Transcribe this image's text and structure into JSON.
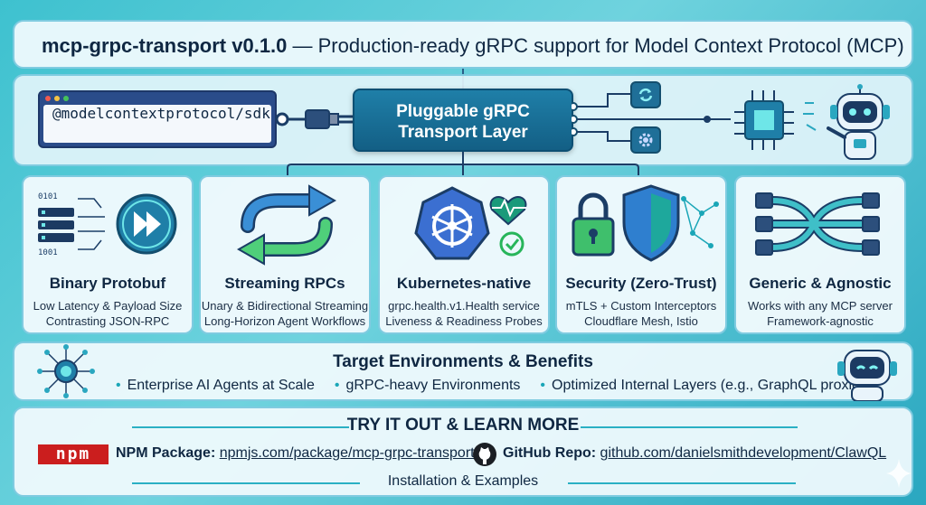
{
  "header": {
    "title_bold": "mcp-grpc-transport v0.1.0",
    "title_rest": " — Production-ready gRPC support for Model Context Protocol (MCP)"
  },
  "architecture": {
    "sdk_label": "@modelcontextprotocol/sdk",
    "transport_line1": "Pluggable gRPC",
    "transport_line2": "Transport Layer"
  },
  "features": [
    {
      "title": "Binary Protobuf",
      "line1": "Low Latency & Payload Size",
      "line2": "Contrasting JSON-RPC",
      "icon": "fast-forward-icon"
    },
    {
      "title": "Streaming RPCs",
      "line1": "Unary & Bidirectional Streaming",
      "line2": "Long-Horizon Agent Workflows",
      "icon": "sync-arrows-icon"
    },
    {
      "title": "Kubernetes-native",
      "line1": "grpc.health.v1.Health service",
      "line2": "Liveness & Readiness Probes",
      "icon": "kubernetes-icon"
    },
    {
      "title": "Security (Zero-Trust)",
      "line1": "mTLS + Custom Interceptors",
      "line2": "Cloudflare Mesh, Istio",
      "icon": "lock-shield-icon"
    },
    {
      "title": "Generic & Agnostic",
      "line1": "Works with any MCP server",
      "line2": "Framework-agnostic",
      "icon": "connector-cables-icon"
    }
  ],
  "target": {
    "title": "Target Environments & Benefits",
    "items": [
      "Enterprise AI Agents at Scale",
      "gRPC-heavy Environments",
      "Optimized Internal Layers (e.g., GraphQL proxies)"
    ]
  },
  "tryout": {
    "title": "TRY IT OUT & LEARN MORE",
    "npm_logo": "npm",
    "npm_label": "NPM Package:",
    "npm_url": "npmjs.com/package/mcp-grpc-transport",
    "github_label": "GitHub Repo:",
    "github_url": "github.com/danielsmithdevelopment/ClawQL",
    "install": "Installation & Examples"
  },
  "colors": {
    "accent": "#1aa6b7",
    "transport_blue": "#1f7fa8",
    "npm_red": "#cb1e1e"
  }
}
